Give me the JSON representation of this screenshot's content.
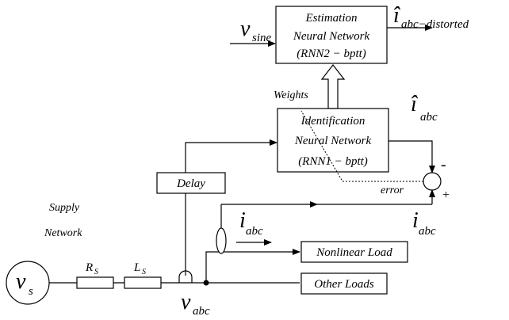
{
  "estimation_block": {
    "title": "Estimation",
    "line2": "Neural Network",
    "line3": "(RNN2 − bptt)"
  },
  "identification_block": {
    "title": "Identification",
    "line2": "Neural Network",
    "line3": "(RNN1 − bptt)"
  },
  "delay_block": {
    "label": "Delay"
  },
  "nonlinear_load_block": {
    "label": "Nonlinear Load"
  },
  "other_loads_block": {
    "label": "Other Loads"
  },
  "supply_network": {
    "line1": "Supply",
    "line2": "Network"
  },
  "source": {
    "symbol": "v",
    "subscript": "s"
  },
  "resistor": {
    "symbol": "R",
    "subscript": "S"
  },
  "inductor": {
    "symbol": "L",
    "subscript": "S"
  },
  "pcc_voltage": {
    "symbol": "v",
    "subscript": "abc"
  },
  "sine_input": {
    "symbol": "v",
    "subscript": "sine"
  },
  "estimated_output": {
    "symbol": "î",
    "subscript": "abc−distorted"
  },
  "identified_output": {
    "symbol": "î",
    "subscript": "abc"
  },
  "measured_current": {
    "symbol": "i",
    "subscript": "abc"
  },
  "load_current": {
    "symbol": "i",
    "subscript": "abc"
  },
  "weights_label": "Weights",
  "error_label": "error",
  "summing_minus": "-",
  "summing_plus": "+"
}
